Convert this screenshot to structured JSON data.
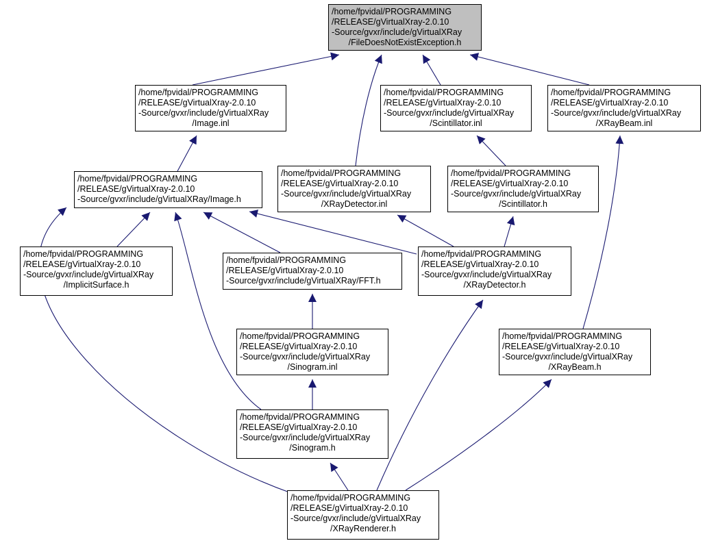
{
  "colors": {
    "edge": "#191970",
    "border": "#000000",
    "root_fill": "#bfbfbf",
    "node_fill": "#ffffff"
  },
  "nodes": [
    {
      "id": "fdne",
      "root": true,
      "lines": [
        "/home/fpvidal/PROGRAMMING",
        "/RELEASE/gVirtualXray-2.0.10",
        "-Source/gvxr/include/gVirtualXRay",
        "/FileDoesNotExistException.h"
      ]
    },
    {
      "id": "image_inl",
      "lines": [
        "/home/fpvidal/PROGRAMMING",
        "/RELEASE/gVirtualXray-2.0.10",
        "-Source/gvxr/include/gVirtualXRay",
        "/Image.inl"
      ]
    },
    {
      "id": "scint_inl",
      "lines": [
        "/home/fpvidal/PROGRAMMING",
        "/RELEASE/gVirtualXray-2.0.10",
        "-Source/gvxr/include/gVirtualXRay",
        "/Scintillator.inl"
      ]
    },
    {
      "id": "xbeam_inl",
      "lines": [
        "/home/fpvidal/PROGRAMMING",
        "/RELEASE/gVirtualXray-2.0.10",
        "-Source/gvxr/include/gVirtualXRay",
        "/XRayBeam.inl"
      ]
    },
    {
      "id": "image_h",
      "lines": [
        "/home/fpvidal/PROGRAMMING",
        "/RELEASE/gVirtualXray-2.0.10",
        "-Source/gvxr/include/gVirtualXRay/Image.h"
      ]
    },
    {
      "id": "xdet_inl",
      "lines": [
        "/home/fpvidal/PROGRAMMING",
        "/RELEASE/gVirtualXray-2.0.10",
        "-Source/gvxr/include/gVirtualXRay",
        "/XRayDetector.inl"
      ]
    },
    {
      "id": "scint_h",
      "lines": [
        "/home/fpvidal/PROGRAMMING",
        "/RELEASE/gVirtualXray-2.0.10",
        "-Source/gvxr/include/gVirtualXRay",
        "/Scintillator.h"
      ]
    },
    {
      "id": "implicit_h",
      "lines": [
        "/home/fpvidal/PROGRAMMING",
        "/RELEASE/gVirtualXray-2.0.10",
        "-Source/gvxr/include/gVirtualXRay",
        "/ImplicitSurface.h"
      ]
    },
    {
      "id": "fft_h",
      "lines": [
        "/home/fpvidal/PROGRAMMING",
        "/RELEASE/gVirtualXray-2.0.10",
        "-Source/gvxr/include/gVirtualXRay/FFT.h"
      ]
    },
    {
      "id": "xdet_h",
      "lines": [
        "/home/fpvidal/PROGRAMMING",
        "/RELEASE/gVirtualXray-2.0.10",
        "-Source/gvxr/include/gVirtualXRay",
        "/XRayDetector.h"
      ]
    },
    {
      "id": "sino_inl",
      "lines": [
        "/home/fpvidal/PROGRAMMING",
        "/RELEASE/gVirtualXray-2.0.10",
        "-Source/gvxr/include/gVirtualXRay",
        "/Sinogram.inl"
      ]
    },
    {
      "id": "xbeam_h",
      "lines": [
        "/home/fpvidal/PROGRAMMING",
        "/RELEASE/gVirtualXray-2.0.10",
        "-Source/gvxr/include/gVirtualXRay",
        "/XRayBeam.h"
      ]
    },
    {
      "id": "sino_h",
      "lines": [
        "/home/fpvidal/PROGRAMMING",
        "/RELEASE/gVirtualXray-2.0.10",
        "-Source/gvxr/include/gVirtualXRay",
        "/Sinogram.h"
      ]
    },
    {
      "id": "xrend_h",
      "lines": [
        "/home/fpvidal/PROGRAMMING",
        "/RELEASE/gVirtualXray-2.0.10",
        "-Source/gvxr/include/gVirtualXRay",
        "/XRayRenderer.h"
      ]
    }
  ],
  "edges": [
    {
      "from": "image_inl",
      "to": "fdne"
    },
    {
      "from": "xdet_inl",
      "to": "fdne"
    },
    {
      "from": "scint_inl",
      "to": "fdne"
    },
    {
      "from": "xbeam_inl",
      "to": "fdne"
    },
    {
      "from": "image_h",
      "to": "image_inl"
    },
    {
      "from": "scint_h",
      "to": "scint_inl"
    },
    {
      "from": "xbeam_h",
      "to": "xbeam_inl"
    },
    {
      "from": "implicit_h",
      "to": "image_h"
    },
    {
      "from": "fft_h",
      "to": "image_h"
    },
    {
      "from": "xdet_h",
      "to": "image_h"
    },
    {
      "from": "sino_h",
      "to": "image_h"
    },
    {
      "from": "xrend_h",
      "to": "image_h"
    },
    {
      "from": "xdet_h",
      "to": "xdet_inl"
    },
    {
      "from": "xdet_h",
      "to": "scint_h"
    },
    {
      "from": "sino_inl",
      "to": "fft_h"
    },
    {
      "from": "sino_h",
      "to": "sino_inl"
    },
    {
      "from": "xrend_h",
      "to": "sino_h"
    },
    {
      "from": "xrend_h",
      "to": "xdet_h"
    },
    {
      "from": "xrend_h",
      "to": "xbeam_h"
    }
  ]
}
